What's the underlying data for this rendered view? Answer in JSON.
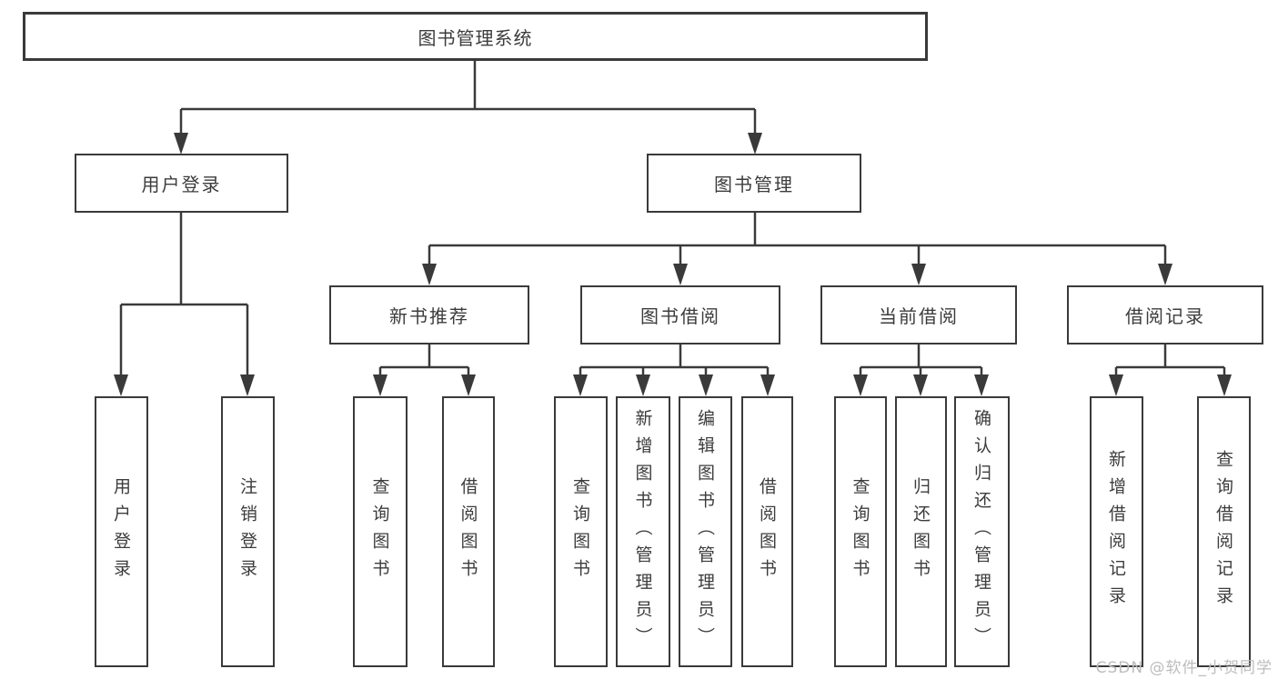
{
  "tree": {
    "root": {
      "label": "图书管理系统"
    },
    "branches": [
      {
        "label": "用户登录",
        "children": [
          {
            "label": "用户登录"
          },
          {
            "label": "注销登录"
          }
        ]
      },
      {
        "label": "图书管理",
        "children": [
          {
            "label": "新书推荐",
            "children": [
              {
                "label": "查询图书"
              },
              {
                "label": "借阅图书"
              }
            ]
          },
          {
            "label": "图书借阅",
            "children": [
              {
                "label": "查询图书"
              },
              {
                "label": "新增图书（管理员）"
              },
              {
                "label": "编辑图书（管理员）"
              },
              {
                "label": "借阅图书"
              }
            ]
          },
          {
            "label": "当前借阅",
            "children": [
              {
                "label": "查询图书"
              },
              {
                "label": "归还图书"
              },
              {
                "label": "确认归还（管理员）"
              }
            ]
          },
          {
            "label": "借阅记录",
            "children": [
              {
                "label": "新增借阅记录"
              },
              {
                "label": "查询借阅记录"
              }
            ]
          }
        ]
      }
    ]
  },
  "watermark": "CSDN @软件_小贺同学",
  "colors": {
    "line": "#3a3a3a",
    "text": "#3c3c3c",
    "watermark": "#bdbdbd",
    "background": "#ffffff"
  }
}
